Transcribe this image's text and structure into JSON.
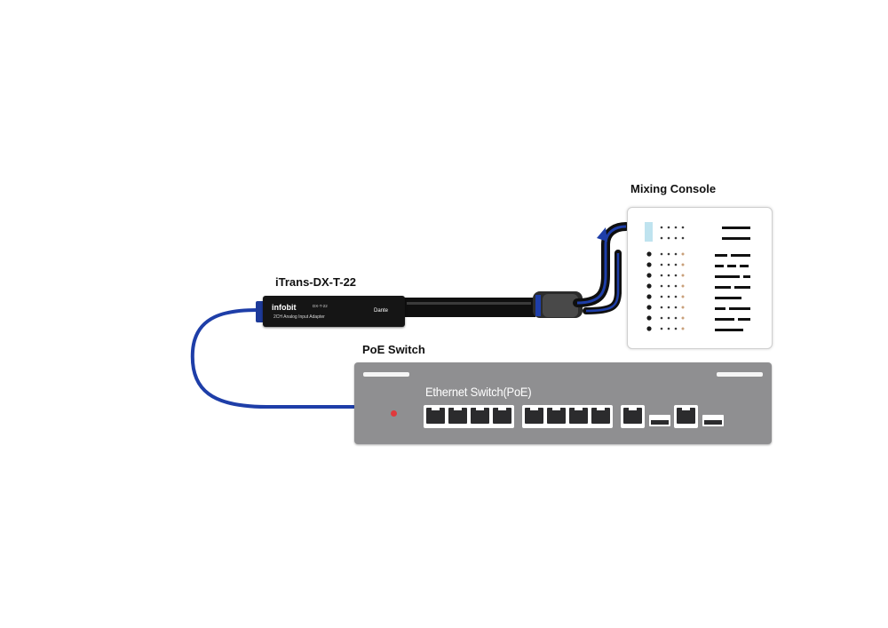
{
  "labels": {
    "mixing_console": "Mixing Console",
    "adapter": "iTrans-DX-T-22",
    "poe_switch": "PoE Switch"
  },
  "switch": {
    "title": "Ethernet Switch(PoE)",
    "rj45_ports": 10,
    "sfp_ports": 2
  },
  "adapter": {
    "brand": "infobit",
    "model": "DX-T-22",
    "description": "2CH Analog Input Adapter",
    "logo": "Dante"
  },
  "colors": {
    "cable": "#1e3ea8",
    "switch_body": "#8f8f91",
    "led": "#e0393c"
  }
}
